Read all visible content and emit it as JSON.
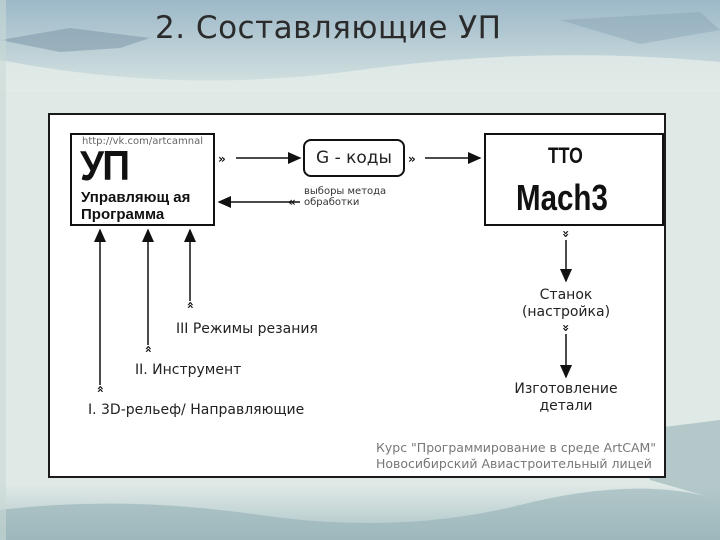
{
  "slide": {
    "title": "2. Составляющие УП"
  },
  "diagram": {
    "up_box": {
      "url": "http://vk.com/artcamnal",
      "title": "УП",
      "subtitle_line1": "Управляющ ая",
      "subtitle_line2": "Программа"
    },
    "gcode_box": {
      "label": "G - коды"
    },
    "tto_box": {
      "title": "ТТО",
      "software": "Mach3"
    },
    "feedback_label_line1": "выборы метода",
    "feedback_label_line2": "обработки",
    "inputs": [
      {
        "label": "III Режимы резания"
      },
      {
        "label": "II. Инструмент"
      },
      {
        "label": "I. 3D-рельеф/ Направляющие"
      }
    ],
    "machine_label_line1": "Станок",
    "machine_label_line2": "(настройка)",
    "output_label_line1": "Изготовление",
    "output_label_line2": "детали",
    "footer_line1": "Курс \"Программирование в среде ArtCAM\"",
    "footer_line2": "Новосибирский Авиастроительный лицей"
  },
  "colors": {
    "background": "#dfe9e6",
    "accent": "#9fb8c6",
    "frame": "#1a1a1a"
  }
}
